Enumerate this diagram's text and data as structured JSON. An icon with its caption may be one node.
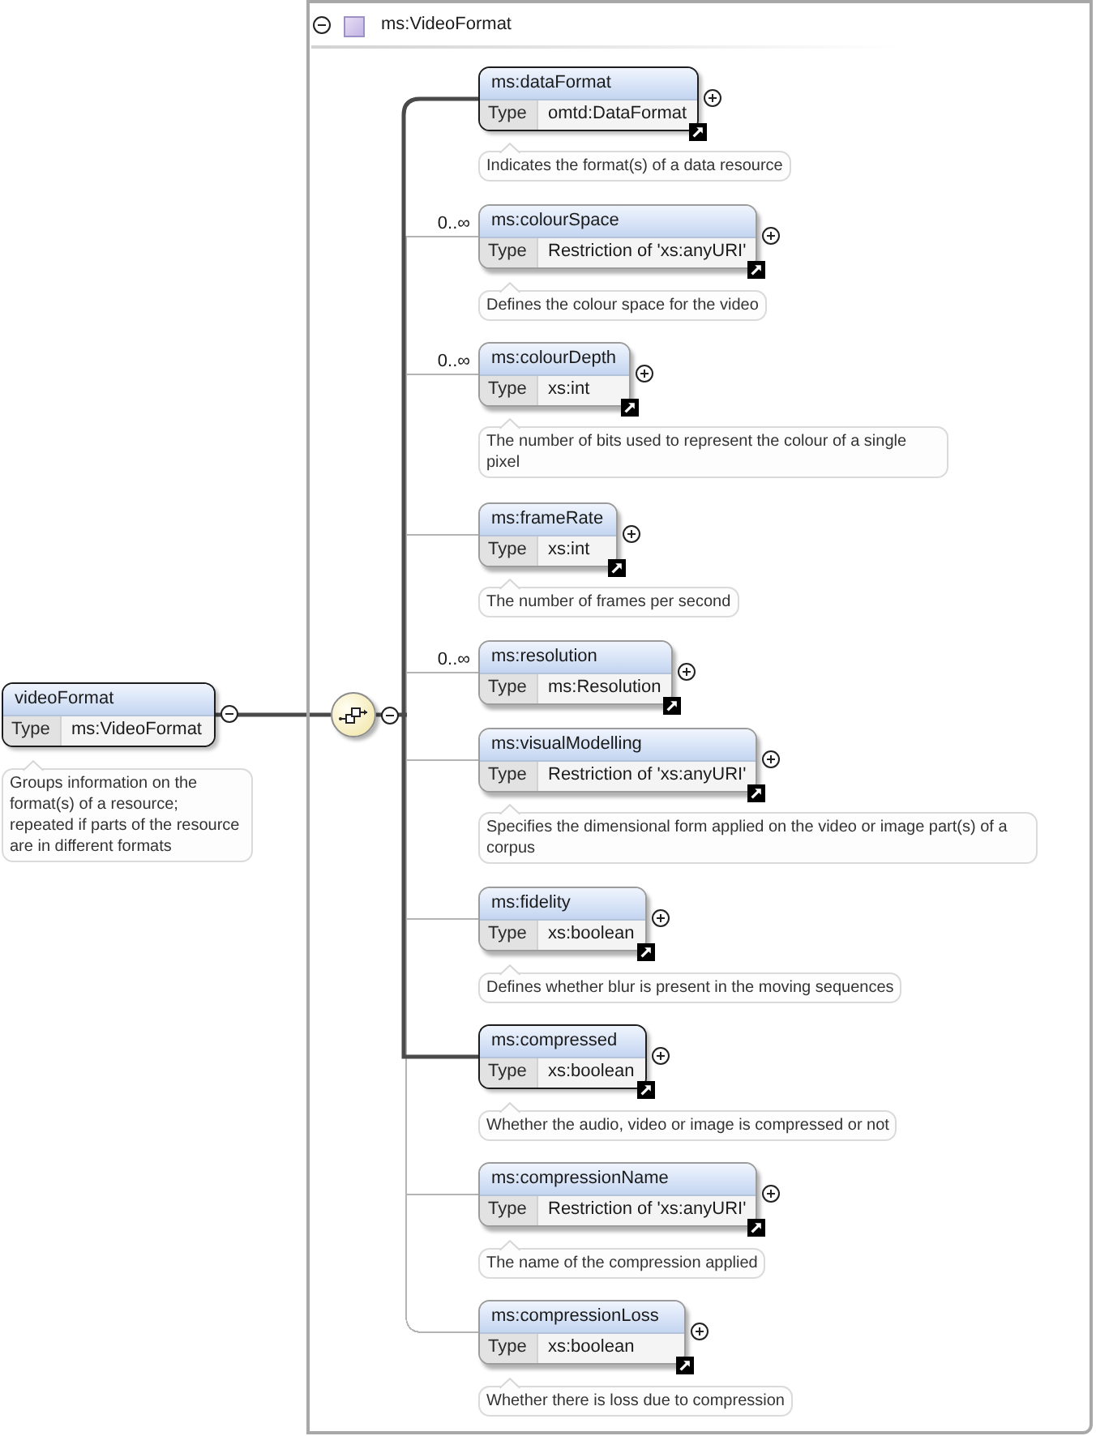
{
  "diagram": {
    "nodes": [
      {
        "text": [
          "videoFormat",
          "Type",
          "ms:VideoFormat"
        ]
      },
      {
        "text": [
          "Groups information on the format(s) of a resource; repeated if parts of the resource are in different formats"
        ]
      },
      {
        "text": [
          "ms:VideoFormat"
        ]
      },
      {
        "text": [],
        "shape": "circle",
        "in": 2
      },
      {
        "text": [
          "ms:dataFormat",
          "Type",
          "omtd:DataFormat"
        ],
        "in": 2
      },
      {
        "text": [
          "Indicates the format(s) of a data resource"
        ],
        "in": 2
      },
      {
        "text": [
          "ms:colourSpace",
          "Type",
          "Restriction of 'xs:anyURI'"
        ],
        "in": 2
      },
      {
        "text": [
          "Defines the colour space for the video"
        ],
        "in": 2
      },
      {
        "text": [
          "ms:colourDepth",
          "Type",
          "xs:int"
        ],
        "in": 2
      },
      {
        "text": [
          "The number of bits used to represent the colour of a single pixel"
        ],
        "in": 2
      },
      {
        "text": [
          "ms:frameRate",
          "Type",
          "xs:int"
        ],
        "in": 2
      },
      {
        "text": [
          "The number of frames per second"
        ],
        "in": 2
      },
      {
        "text": [
          "ms:resolution",
          "Type",
          "ms:Resolution"
        ],
        "in": 2
      },
      {
        "text": [
          "ms:visualModelling",
          "Type",
          "Restriction of 'xs:anyURI'"
        ],
        "in": 2
      },
      {
        "text": [
          "Specifies the dimensional form applied on the video or image part(s) of a corpus"
        ],
        "in": 2
      },
      {
        "text": [
          "ms:fidelity",
          "Type",
          "xs:boolean"
        ],
        "in": 2
      },
      {
        "text": [
          "Defines whether blur is present in the moving sequences"
        ],
        "in": 2
      },
      {
        "text": [
          "ms:compressed",
          "Type",
          "xs:boolean"
        ],
        "in": 2
      },
      {
        "text": [
          "Whether the audio, video or image is compressed or not"
        ],
        "in": 2
      },
      {
        "text": [
          "ms:compressionName",
          "Type",
          "Restriction of 'xs:anyURI'"
        ],
        "in": 2
      },
      {
        "text": [
          "The name of the compression applied"
        ],
        "in": 2
      },
      {
        "text": [
          "ms:compressionLoss",
          "Type",
          "xs:boolean"
        ],
        "in": 2
      },
      {
        "text": [
          "Whether there is loss due to compression"
        ],
        "in": 2
      }
    ],
    "edges": [
      {
        "from": 0,
        "to": 3,
        "arrow": "none",
        "style": "thick",
        "color": "#4a4a4a"
      },
      {
        "from": 3,
        "to": 4,
        "arrow": "none",
        "style": "thick",
        "color": "#4a4a4a"
      },
      {
        "from": 3,
        "to": 6,
        "arrow": "none",
        "label": "0..∞"
      },
      {
        "from": 3,
        "to": 8,
        "arrow": "none",
        "label": "0..∞"
      },
      {
        "from": 3,
        "to": 10,
        "arrow": "none"
      },
      {
        "from": 3,
        "to": 12,
        "arrow": "none",
        "label": "0..∞"
      },
      {
        "from": 3,
        "to": 13,
        "arrow": "none"
      },
      {
        "from": 3,
        "to": 15,
        "arrow": "none"
      },
      {
        "from": 3,
        "to": 17,
        "arrow": "none",
        "style": "thick",
        "color": "#4a4a4a"
      },
      {
        "from": 3,
        "to": 19,
        "arrow": "none"
      },
      {
        "from": 3,
        "to": 21,
        "arrow": "none"
      }
    ]
  }
}
